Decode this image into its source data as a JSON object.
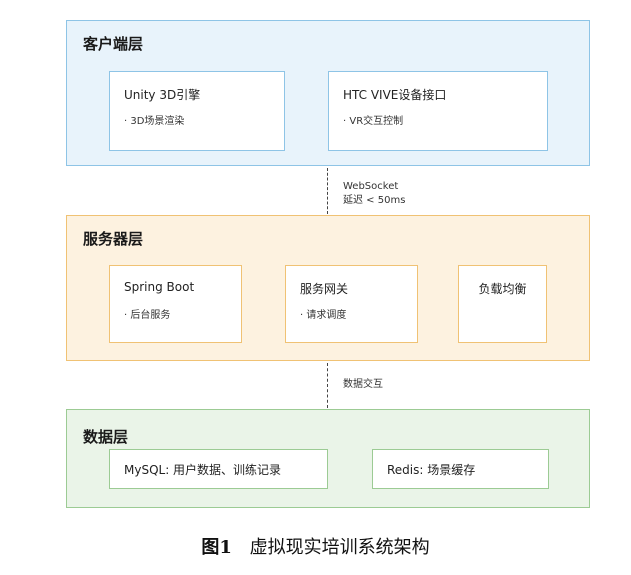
{
  "colors": {
    "client_fill": "#e8f3fb",
    "client_border": "#8ec4e6",
    "server_fill": "#fdf2e0",
    "server_border": "#f0c274",
    "data_fill": "#eaf4e8",
    "data_border": "#9ccb94"
  },
  "client_layer": {
    "title": "客户端层",
    "boxes": [
      {
        "title": "Unity 3D引擎",
        "sub": "· 3D场景渲染"
      },
      {
        "title": "HTC VIVE设备接口",
        "sub": "· VR交互控制"
      }
    ]
  },
  "conn1": {
    "line1": "WebSocket",
    "line2": "延迟 < 50ms"
  },
  "server_layer": {
    "title": "服务器层",
    "boxes": [
      {
        "title": "Spring Boot",
        "sub": "· 后台服务"
      },
      {
        "title": "服务网关",
        "sub": "· 请求调度"
      },
      {
        "title": "负载均衡"
      }
    ]
  },
  "conn2": {
    "label": "数据交互"
  },
  "data_layer": {
    "title": "数据层",
    "boxes": [
      {
        "title": "MySQL: 用户数据、训练记录"
      },
      {
        "title": "Redis: 场景缓存"
      }
    ]
  },
  "caption": {
    "fig": "图1",
    "text": "虚拟现实培训系统架构"
  }
}
